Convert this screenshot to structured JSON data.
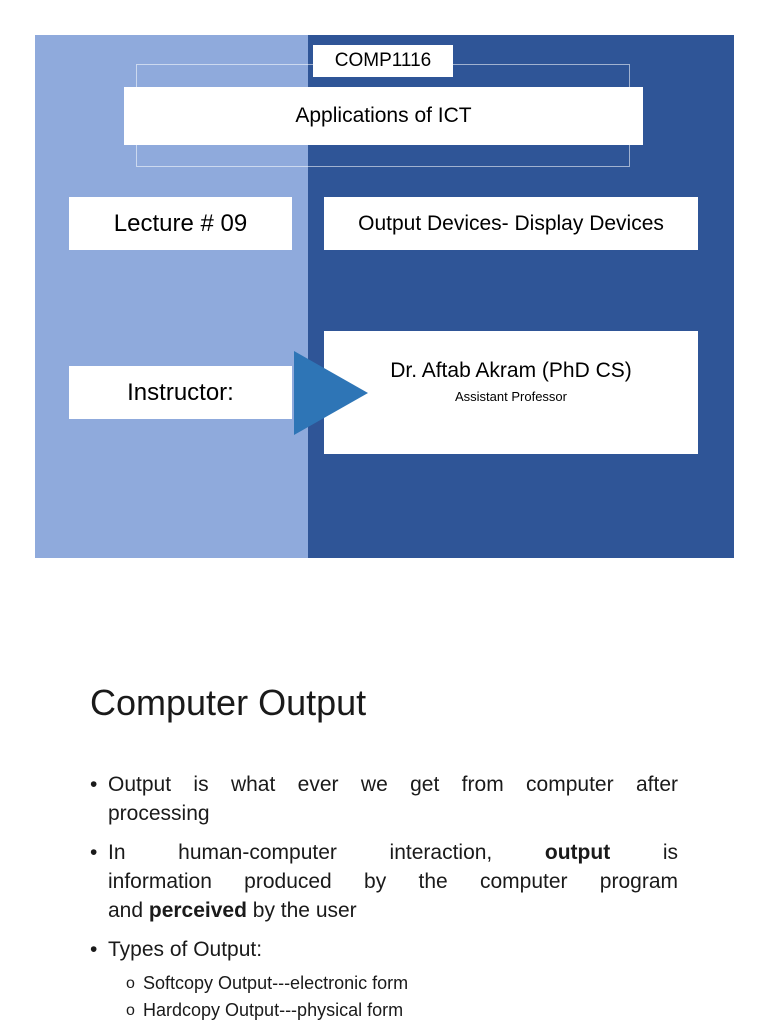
{
  "slide1": {
    "course_code": "COMP1116",
    "course_title": "Applications of ICT",
    "lecture": "Lecture # 09",
    "topic": "Output Devices- Display Devices",
    "instructor_label": "Instructor:",
    "instructor_name": "Dr. Aftab Akram (PhD CS)",
    "instructor_role": "Assistant Professor",
    "colors": {
      "left_panel": "#8faadc",
      "right_panel": "#2f5597",
      "arrow": "#2e75b6"
    }
  },
  "slide2": {
    "title": "Computer Output",
    "bullet_marker": "•",
    "sub_marker": "o",
    "bullets": [
      {
        "line1": "Output is what ever we get from computer after",
        "line2": "processing"
      },
      {
        "line1_a": "In human-computer interaction, ",
        "line1_b": "output",
        "line1_c": " is",
        "line2": "information produced by the computer program",
        "line3_a": "and ",
        "line3_b": "perceived",
        "line3_c": " by the user"
      },
      {
        "text": "Types of Output:",
        "sub": [
          "Softcopy Output---electronic form",
          "Hardcopy Output---physical form"
        ]
      }
    ]
  }
}
